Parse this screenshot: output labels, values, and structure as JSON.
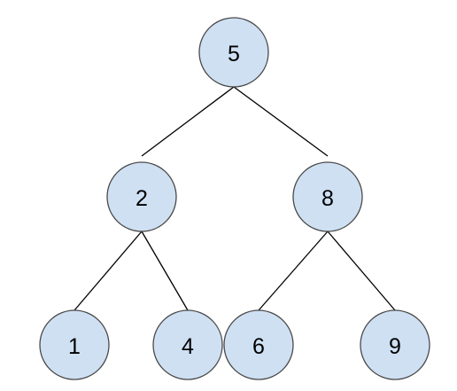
{
  "tree": {
    "root": "5",
    "nodes": [
      {
        "id": "n5",
        "label": "5",
        "children": [
          "n2",
          "n8"
        ]
      },
      {
        "id": "n2",
        "label": "2",
        "children": [
          "n1",
          "n4"
        ]
      },
      {
        "id": "n8",
        "label": "8",
        "children": [
          "n6",
          "n9"
        ]
      },
      {
        "id": "n1",
        "label": "1",
        "children": []
      },
      {
        "id": "n4",
        "label": "4",
        "children": []
      },
      {
        "id": "n6",
        "label": "6",
        "children": []
      },
      {
        "id": "n9",
        "label": "9",
        "children": []
      }
    ],
    "edges": [
      {
        "from": "n5",
        "to": "n2"
      },
      {
        "from": "n5",
        "to": "n8"
      },
      {
        "from": "n2",
        "to": "n1"
      },
      {
        "from": "n2",
        "to": "n4"
      },
      {
        "from": "n8",
        "to": "n6"
      },
      {
        "from": "n8",
        "to": "n9"
      }
    ]
  },
  "colors": {
    "node_fill": "#cfe0f3",
    "node_stroke": "#4a4a4a",
    "edge": "#000000",
    "text": "#000000"
  }
}
